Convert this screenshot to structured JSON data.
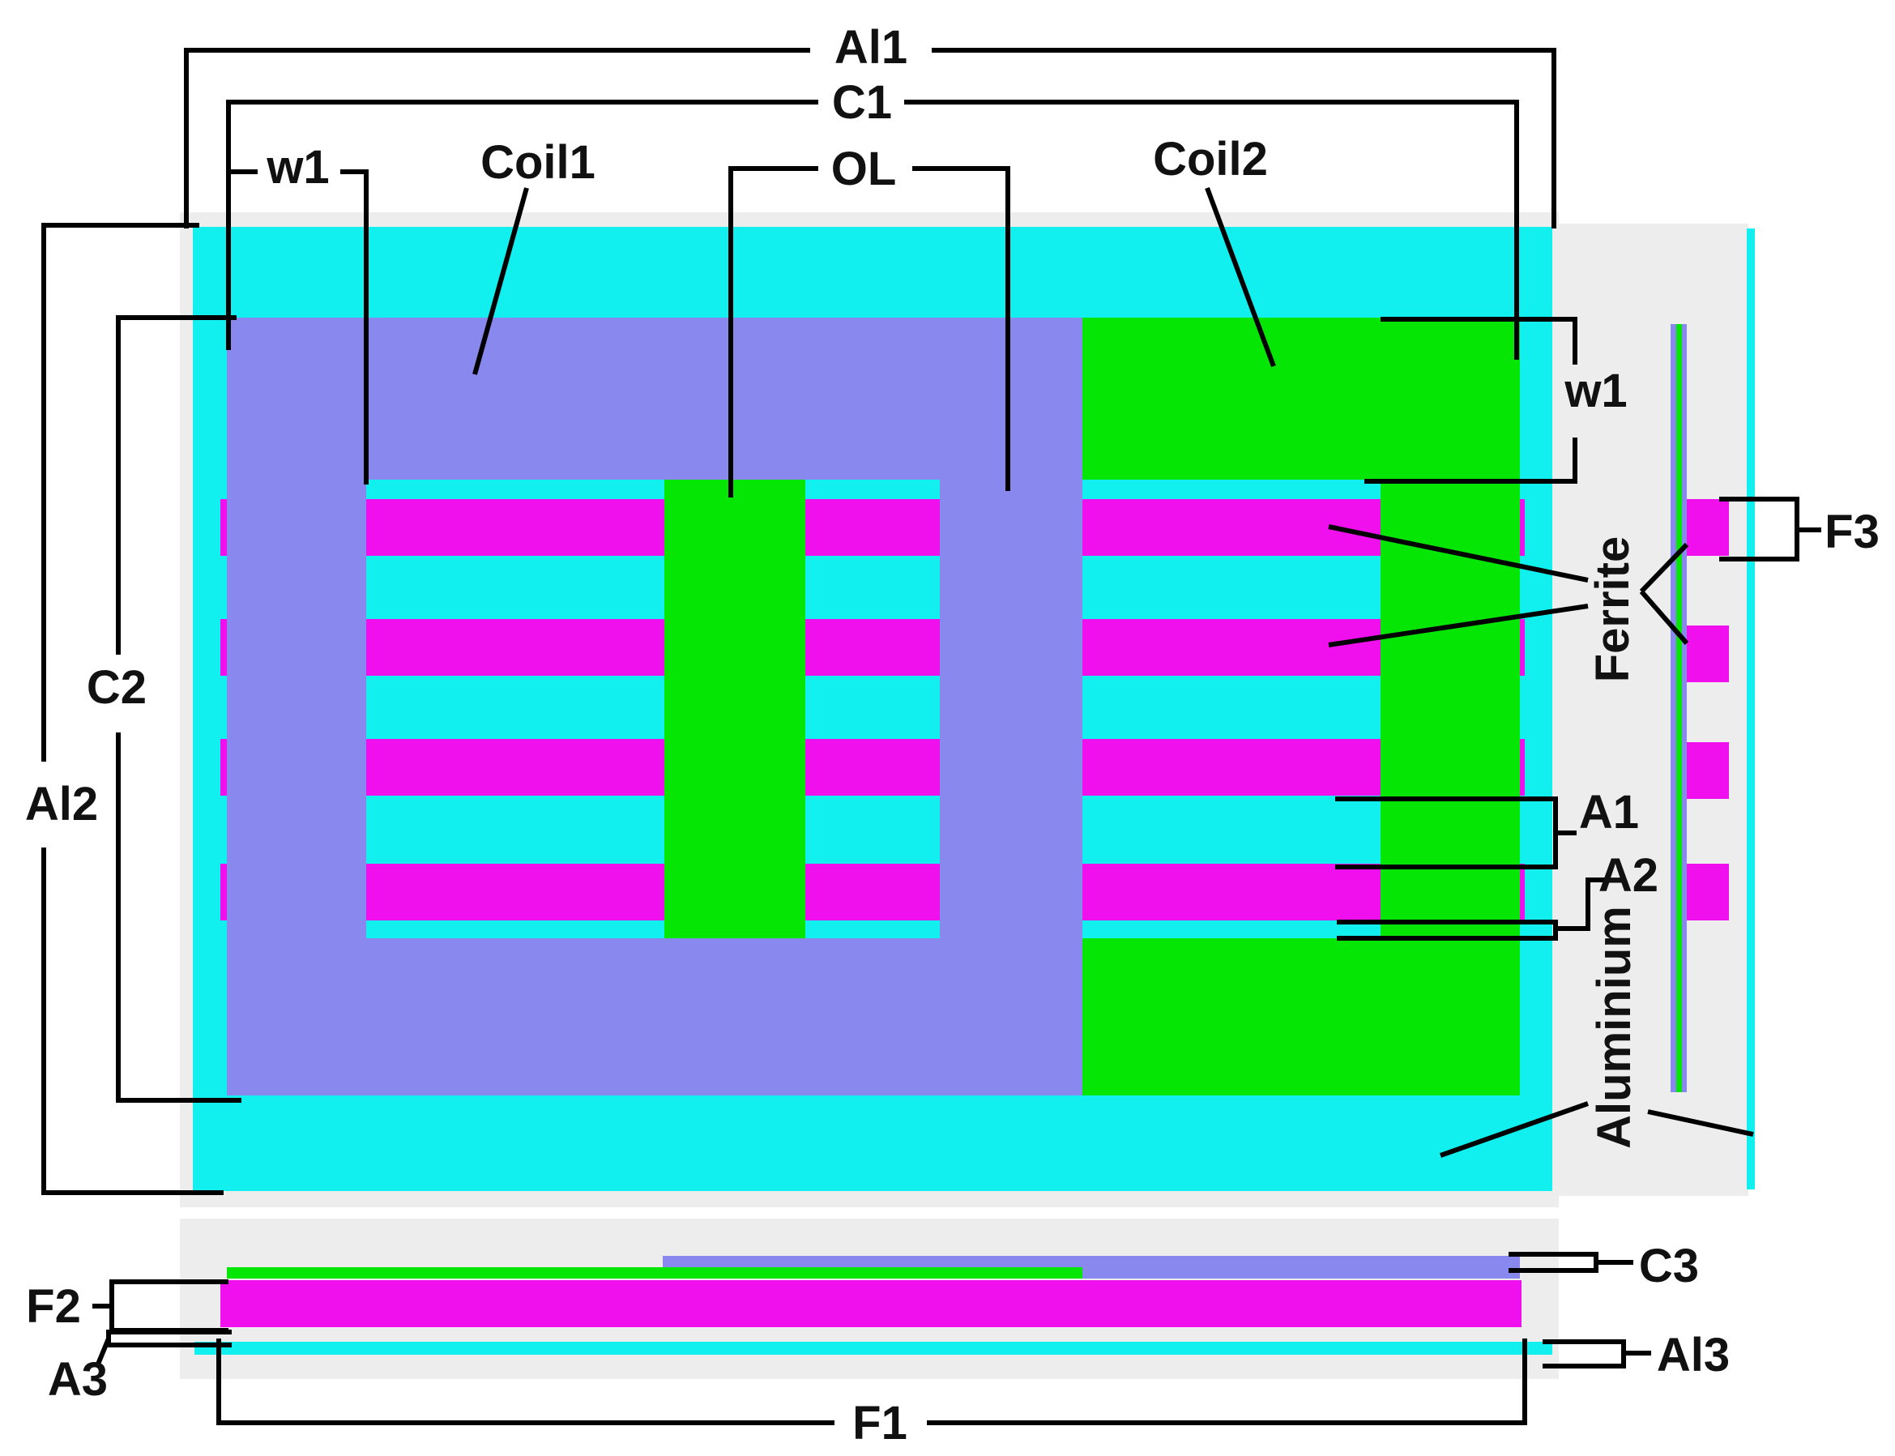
{
  "colors": {
    "aluminium": "#12EFEF",
    "coil1": "#8888EE",
    "coil2": "#05E605",
    "ferrite": "#F010EE",
    "shadow": "#EDEDED",
    "lines": "#000000"
  },
  "labels": {
    "al1": "Al1",
    "c1": "C1",
    "w1_top": "w1",
    "coil1": "Coil1",
    "ol": "OL",
    "coil2": "Coil2",
    "w1_right": "w1",
    "ferrite": "Ferrite",
    "f3": "F3",
    "c2": "C2",
    "al2": "Al2",
    "a1": "A1",
    "a2": "A2",
    "aluminium": "Aluminium",
    "c3": "C3",
    "f2": "F2",
    "a3": "A3",
    "al3": "Al3",
    "f1": "F1"
  }
}
